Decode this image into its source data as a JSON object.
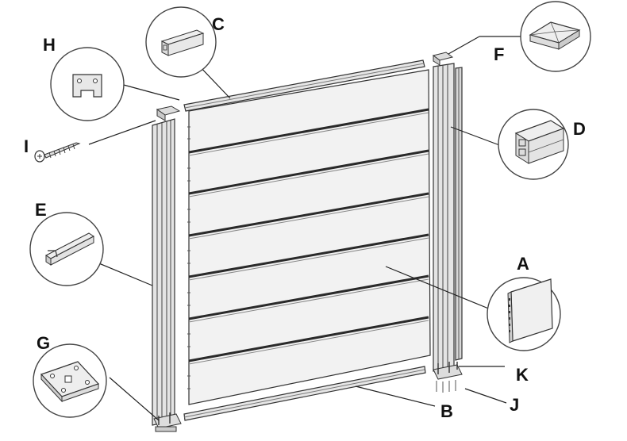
{
  "diagram": {
    "labels": {
      "A": "A",
      "B": "B",
      "C": "C",
      "D": "D",
      "E": "E",
      "F": "F",
      "G": "G",
      "H": "H",
      "I": "I",
      "J": "J",
      "K": "K"
    },
    "colors": {
      "stroke": "#333333",
      "panel_fill": "#f1f1f1",
      "slat_line": "#2a2a2a",
      "post_fill": "#e2e2e2",
      "background": "#ffffff"
    },
    "icons": [
      "panel-board",
      "bottom-rail",
      "top-rail",
      "post-profile",
      "edge-trim",
      "post-cap",
      "base-plate",
      "bracket-clip",
      "screw",
      "anchor-bolts",
      "nuts"
    ]
  }
}
